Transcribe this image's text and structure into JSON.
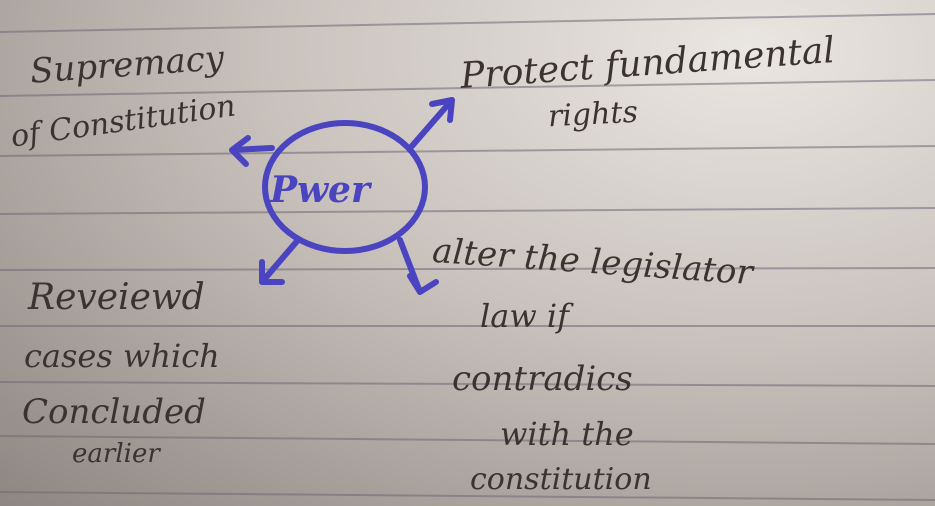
{
  "center": {
    "label": "Pwer",
    "ink": "#4a44c0"
  },
  "branches": {
    "top_left": [
      "Supremacy",
      "of Constitution"
    ],
    "top_right": [
      "Protect fundamental",
      "rights"
    ],
    "bottom_left": [
      "Reveiewd",
      "cases which",
      "Concluded",
      "earlier"
    ],
    "bottom_right": [
      "alter the legislator",
      "law if",
      "contradics",
      "with the",
      "constitution"
    ]
  },
  "colors": {
    "paper": "#c9c2bd",
    "text_ink": "#3b3330",
    "rule_lines": "#6f6a78"
  }
}
